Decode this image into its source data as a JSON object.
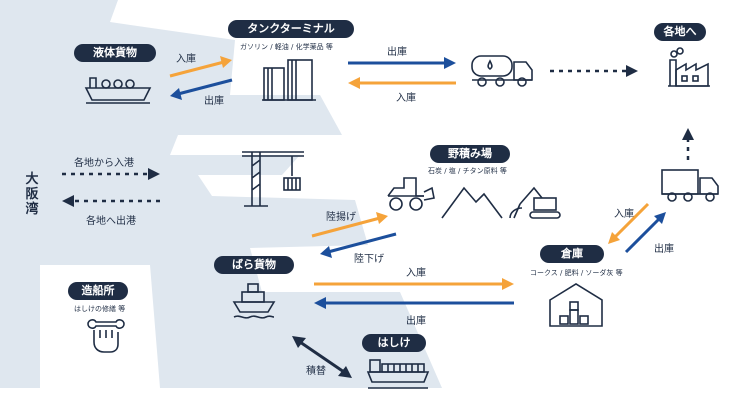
{
  "colors": {
    "navy": "#1f2d44",
    "orange": "#f5a33a",
    "blue": "#1c4f9c",
    "sea": "#dfe7ef"
  },
  "side_label": "大阪湾",
  "nodes": {
    "liquid_cargo": {
      "title": "液体貨物",
      "icon": "tanker-ship-icon"
    },
    "tank_terminal": {
      "title": "タンクターミナル",
      "subtitle": "ガソリン / 軽油 / 化学薬品 等",
      "icon": "storage-tank-icon"
    },
    "destinations": {
      "title": "各地へ",
      "icon": "factory-icon"
    },
    "open_storage": {
      "title": "野積み場",
      "subtitle": "石炭 / 塩 / チタン原料 等",
      "icon": "loader-pile-excavator-icon"
    },
    "bulk_cargo": {
      "title": "ばら貨物",
      "icon": "bulk-ship-icon"
    },
    "warehouse": {
      "title": "倉庫",
      "subtitle": "コークス / 肥料 / ソーダ灰 等",
      "icon": "warehouse-icon"
    },
    "shipyard": {
      "title": "造船所",
      "subtitle": "はしけの修繕 等",
      "icon": "repair-wrench-icon"
    },
    "barge": {
      "title": "はしけ",
      "icon": "barge-icon"
    }
  },
  "flows": {
    "liquid_in": "入庫",
    "liquid_out": "出庫",
    "tank_out": "出庫",
    "tank_in": "入庫",
    "port_arrival": "各地から入港",
    "port_departure": "各地へ出港",
    "unload": "陸揚げ",
    "load": "陸下げ",
    "bulk_in": "入庫",
    "bulk_out": "出庫",
    "warehouse_in": "入庫",
    "warehouse_out": "出庫",
    "transship": "積替"
  }
}
